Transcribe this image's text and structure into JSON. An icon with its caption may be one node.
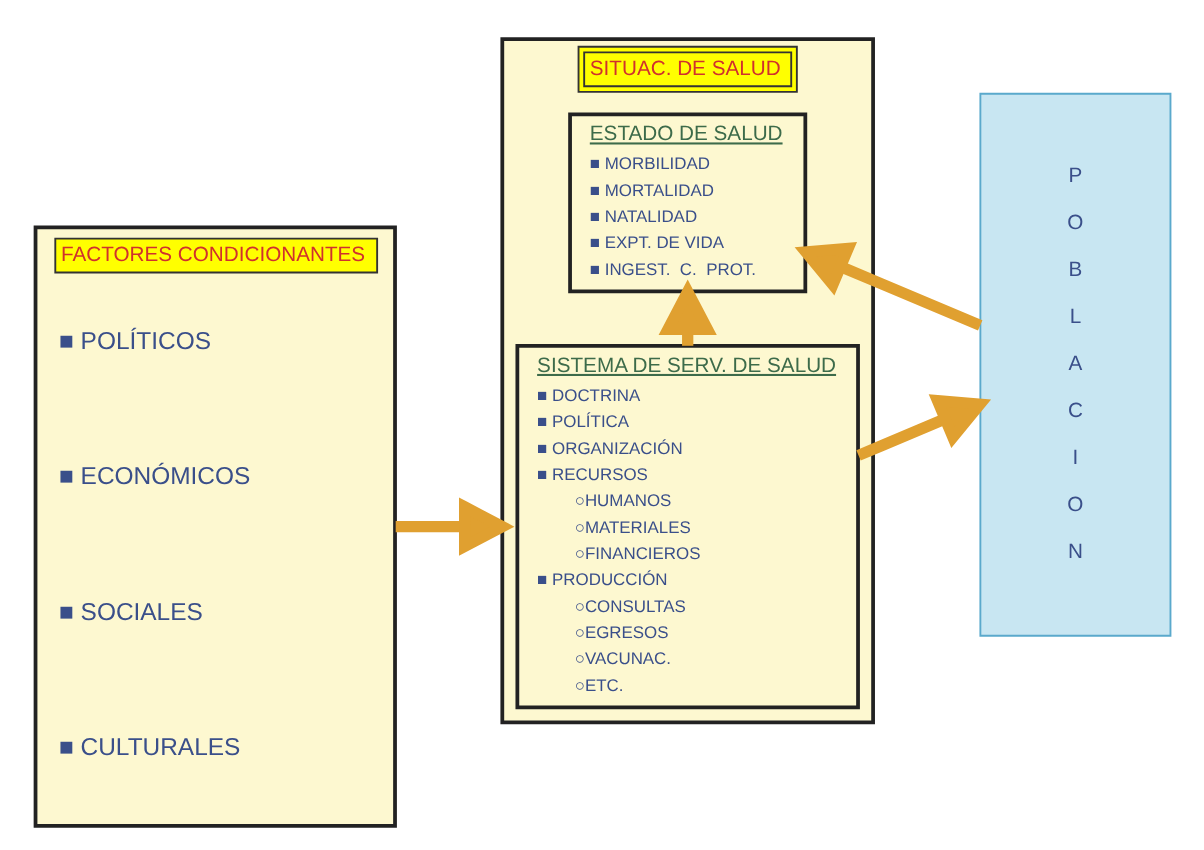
{
  "diagram": {
    "nodes": [
      {
        "text": [
          "FACTORES CONDICIONANTES",
          "■ POLÍTICOS",
          "■ ECONÓMICOS",
          "■ SOCIALES",
          "■ CULTURALES"
        ]
      },
      {
        "text": [
          "SITUAC. DE SALUD"
        ]
      },
      {
        "text": [
          "ESTADO DE SALUD",
          "■ MORBILIDAD",
          "■ MORTALIDAD",
          "■ NATALIDAD",
          "■ EXPT. DE VIDA",
          "■ INGEST.  C.  PROT."
        ],
        "in": 1
      },
      {
        "text": [
          "SISTEMA DE SERV. DE SALUD",
          "■ DOCTRINA",
          "■ POLÍTICA",
          "■ ORGANIZACIÓN",
          "■ RECURSOS",
          "○HUMANOS",
          "○MATERIALES",
          "○FINANCIEROS",
          "■ PRODUCCIÓN",
          "○CONSULTAS",
          "○EGRESOS",
          "○VACUNAC.",
          "○ETC."
        ],
        "in": 1
      },
      {
        "text": [
          "POBLACION"
        ]
      }
    ],
    "edges": [
      {
        "from": 0,
        "to": 1,
        "arrow": "to"
      },
      {
        "from": 4,
        "to": 2,
        "arrow": "to"
      },
      {
        "from": 3,
        "to": 2,
        "arrow": "to"
      },
      {
        "from": 3,
        "to": 4,
        "arrow": "to"
      }
    ]
  }
}
